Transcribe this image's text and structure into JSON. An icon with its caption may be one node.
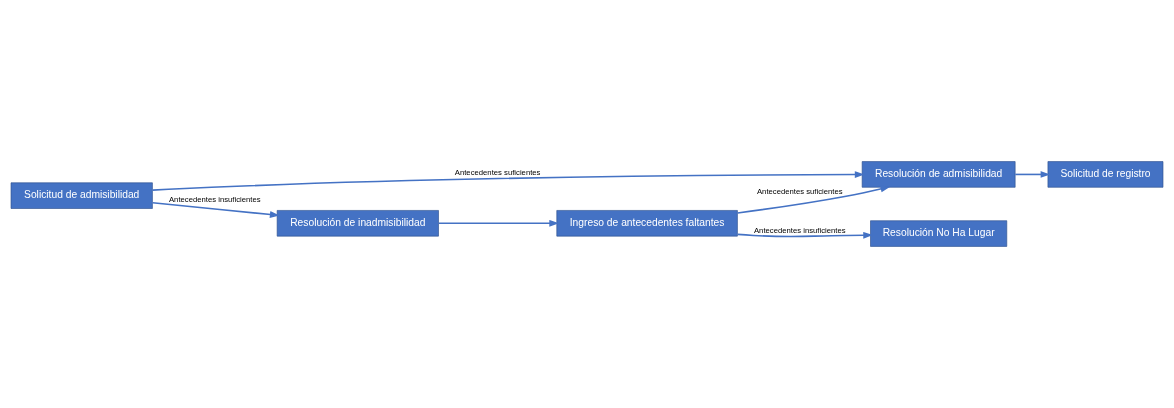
{
  "diagram": {
    "nodes": [
      {
        "text": [
          "Solicitud de admisibilidad"
        ]
      },
      {
        "text": [
          "Resolución de admisibilidad"
        ]
      },
      {
        "text": [
          "Solicitud de registro"
        ]
      },
      {
        "text": [
          "Resolución de inadmisibilidad"
        ]
      },
      {
        "text": [
          "Ingreso de antecedentes faltantes"
        ]
      },
      {
        "text": [
          "Resolución No Ha Lugar"
        ]
      }
    ],
    "edges": [
      {
        "from": 0,
        "to": 1,
        "arrow": "to",
        "label": "Antecedentes suficientes"
      },
      {
        "from": 1,
        "to": 2,
        "arrow": "to"
      },
      {
        "from": 0,
        "to": 3,
        "arrow": "to",
        "label": "Antecedentes insuficientes"
      },
      {
        "from": 3,
        "to": 4,
        "arrow": "to"
      },
      {
        "from": 4,
        "to": 1,
        "arrow": "to",
        "label": "Antecedentes suficientes"
      },
      {
        "from": 4,
        "to": 5,
        "arrow": "to",
        "label": "Antecedentes insuficientes"
      }
    ]
  }
}
